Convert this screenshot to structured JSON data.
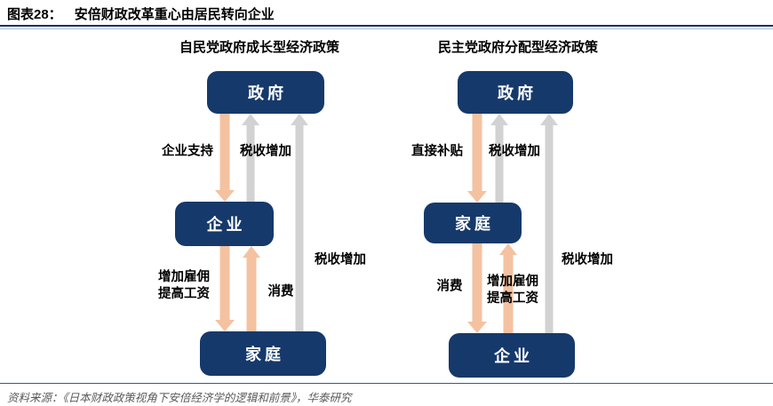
{
  "header": {
    "figure_label": "图表28：",
    "title": "安倍财政改革重心由居民转向企业"
  },
  "left": {
    "subtitle": "自民党政府成长型经济政策",
    "boxes": {
      "top": "政府",
      "middle": "企业",
      "bottom": "家庭"
    },
    "labels": {
      "gov_to_mid": "企业支持",
      "mid_to_gov": "税收增加",
      "bottom_to_gov": "税收增加",
      "mid_to_bottom_line1": "增加雇佣",
      "mid_to_bottom_line2": "提高工资",
      "bottom_to_mid": "消费"
    }
  },
  "right": {
    "subtitle": "民主党政府分配型经济政策",
    "boxes": {
      "top": "政府",
      "middle": "家庭",
      "bottom": "企业"
    },
    "labels": {
      "gov_to_mid": "直接补贴",
      "mid_to_gov": "税收增加",
      "bottom_to_gov": "税收增加",
      "mid_to_bottom": "消费",
      "bottom_to_mid_line1": "增加雇佣",
      "bottom_to_mid_line2": "提高工资"
    }
  },
  "footer": {
    "source": "资料来源：《日本财政政策视角下安倍经济学的逻辑和前景》，华泰研究"
  },
  "colors": {
    "node_navy": "#16396b",
    "arrow_orange": "#f4c2a0",
    "arrow_gray": "#d2d2d2",
    "header_rule": "#17325e",
    "footer_rule": "#2e5b9a",
    "footer_text": "#595959"
  }
}
